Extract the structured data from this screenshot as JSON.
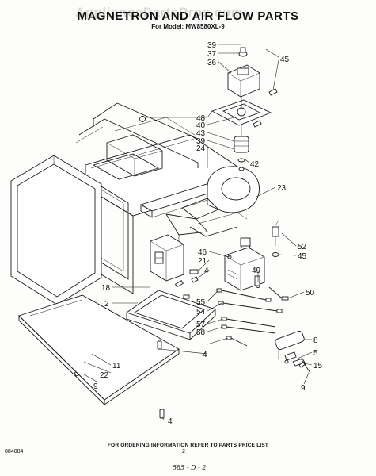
{
  "header": {
    "title": "MAGNETRON AND AIR FLOW PARTS",
    "subtitle": "For Model: MW8580XL-9",
    "watermark": "AppliancePartsPros.com"
  },
  "callouts": {
    "c39a": "39",
    "c37": "37",
    "c36": "36",
    "c45a": "45",
    "c48": "48",
    "c40": "40",
    "c43": "43",
    "c39b": "39",
    "c24": "24",
    "c42": "42",
    "c23": "23",
    "c52": "52",
    "c45b": "45",
    "c46": "46",
    "c21": "21",
    "c4a": "4",
    "c49": "49",
    "c50": "50",
    "c18": "18",
    "c2": "2",
    "c55": "55",
    "c54": "54",
    "c57": "57",
    "c58": "58",
    "c4b": "4",
    "c8": "8",
    "c5": "5",
    "c15": "15",
    "c9b": "9",
    "c11": "11",
    "c22": "22",
    "c9a": "9",
    "c4c": "4"
  },
  "footer": {
    "note": "FOR ORDERING INFORMATION REFER TO PARTS PRICE LIST",
    "doc_id": "884084",
    "page": "2",
    "handnote": "585 - D - 2"
  }
}
